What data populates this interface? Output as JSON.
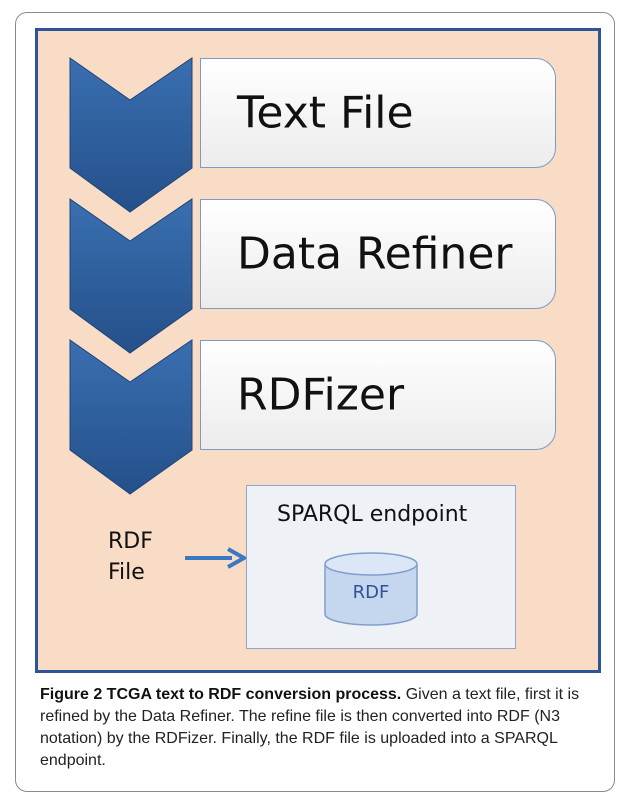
{
  "diagram": {
    "steps": [
      {
        "label": "Text File"
      },
      {
        "label": "Data Refiner"
      },
      {
        "label": "RDFizer"
      }
    ],
    "endpoint": {
      "title": "SPARQL endpoint",
      "db_label": "RDF"
    },
    "rdf_file": {
      "line1": "RDF",
      "line2": "File"
    }
  },
  "caption": {
    "title": "Figure 2 TCGA text to RDF conversion process.",
    "text": "Given a text file, first it is refined by the Data Refiner. The refine file is then converted into RDF (N3 notation) by the RDFizer. Finally, the RDF file is uploaded into a SPARQL endpoint."
  },
  "colors": {
    "panel_background": "#f8dcc6",
    "panel_border": "#2f5496",
    "chevron": "#2e5f9c",
    "arrow": "#3a78c2"
  }
}
